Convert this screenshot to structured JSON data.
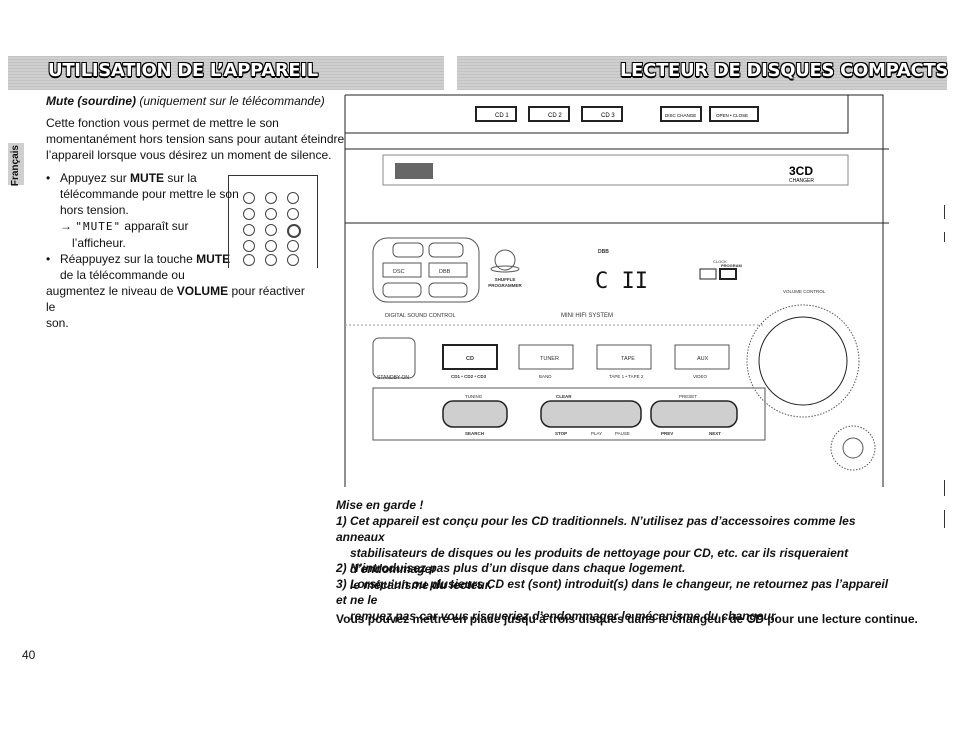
{
  "header": {
    "left_title": "UTILISATION DE L’APPAREIL",
    "right_title": "LECTEUR DE DISQUES COMPACTS"
  },
  "side_tab": "Français",
  "page_number": "40",
  "mute_section": {
    "heading": "Mute (sourdine)",
    "subheading": "(uniquement sur le télécommande)",
    "intro": [
      "Cette fonction vous permet de mettre le son",
      "momentanément hors tension sans pour autant éteindre",
      "l’appareil lorsque vous désirez un moment de silence."
    ],
    "bullet1": {
      "lines": [
        "Appuyez sur",
        "MUTE",
        "sur la",
        "télécommande pour mettre le son",
        "hors tension."
      ],
      "arrow_line_display": "\"MUTE\"",
      "arrow_line_rest": " apparaît sur",
      "arrow_line2": "l’afficheur."
    },
    "bullet2": {
      "l1a": "Réappuyez sur la touche ",
      "l1b": "MUTE",
      "l2": "de la télécommande ou",
      "l3a": "augmentez le niveau de ",
      "l3b": "VOLUME",
      "l3c": " pour réactiver le",
      "l4": "son."
    }
  },
  "device": {
    "cd_slots": [
      "CD 1",
      "CD 2",
      "CD 3"
    ],
    "disc_change": "DISC CHANGE",
    "open_close": "OPEN • CLOSE",
    "logo_3cd": "3CD",
    "changer": "CHANGER",
    "dsc_buttons": [
      "DSC",
      "DBB"
    ],
    "dbb": "DBB",
    "shuffle": "SHUFFLE",
    "programmer": "PROGRAMMER",
    "display_readout": "C  II",
    "clock_timer": "CLOCK",
    "program": "PROGRAM",
    "volume_control": "VOLUME CONTROL",
    "digital_sound_control": "DIGITAL SOUND CONTROL",
    "mini_hifi": "MINI HIFI SYSTEM",
    "standby": "STANDBY ON",
    "sources": [
      {
        "label": "CD",
        "sub": "CD1 • CD2 • CD3"
      },
      {
        "label": "TUNER",
        "sub": "BAND"
      },
      {
        "label": "TAPE",
        "sub": "TAPE 1 • TAPE 2"
      },
      {
        "label": "AUX",
        "sub": "VIDEO"
      }
    ],
    "transport_labels": [
      "SEARCH",
      "STOP",
      "PLAY",
      "PAUSE",
      "PREV",
      "NEXT"
    ],
    "clear": "CLEAR",
    "tuning": "TUNING",
    "preset": "PRESET"
  },
  "warning": {
    "title": "Mise en garde !",
    "item1_l1": "1) Cet appareil est conçu pour les CD traditionnels. N’utilisez pas d’accessoires comme les anneaux",
    "item1_l2": "stabilisateurs de disques ou les produits de nettoyage pour CD, etc. car ils risqueraient d’endommager",
    "item1_l3": "le mécanisme du lecteur.",
    "item2": "2) N’introduisez pas plus d’un disque dans chaque logement.",
    "item3_l1": "3) Lorsqu’un ou plusieurs CD est (sont) introduit(s) dans le changeur, ne retournez pas l’appareil et ne le",
    "item3_l2": "remuez pas car vous risqueriez d’endommager le mécanisme du changeur."
  },
  "final_note": "Vous pouvez mettre en place jusqu’à trois disques dans le changeur de CD pour une lecture continue."
}
